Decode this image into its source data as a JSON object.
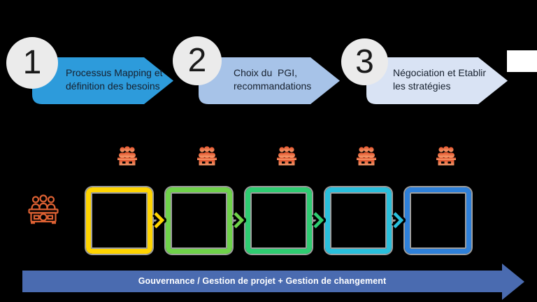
{
  "background_color": "#000000",
  "banner_text_color": "#16202E",
  "circle": {
    "fill": "#EBEBEB",
    "number_color": "#1A1A1A"
  },
  "corner_block_color": "#FFFFFF",
  "steps": [
    {
      "number": "1",
      "label": [
        "Processus Mapping et",
        "définition des besoins"
      ],
      "banner_color": "#2D9BDB"
    },
    {
      "number": "2",
      "label": [
        "Choix du  PGI,",
        "recommandations"
      ],
      "banner_color": "#A7C3E8"
    },
    {
      "number": "3",
      "label": [
        "Négociation et Etablir",
        "les stratégies"
      ],
      "banner_color": "#D9E3F4"
    }
  ],
  "process": {
    "outline_color": "#9E9E9E",
    "boxes": [
      {
        "color": "#FFD400"
      },
      {
        "color": "#6FD24A"
      },
      {
        "color": "#2ECC71"
      },
      {
        "color": "#29BFDC"
      },
      {
        "color": "#2E80D9"
      }
    ],
    "icons": {
      "stage": "meeting-table-icon",
      "committee": "committee-panel-icon"
    },
    "stage_icon_gradient": {
      "top": "#E2502A",
      "bottom": "#F7A070"
    },
    "committee_icon_color": "#DD6133"
  },
  "footer": {
    "label": "Gouvernance / Gestion de projet + Gestion de changement",
    "arrow_color": "#4A6BB0",
    "text_color": "#FFFFFF"
  }
}
